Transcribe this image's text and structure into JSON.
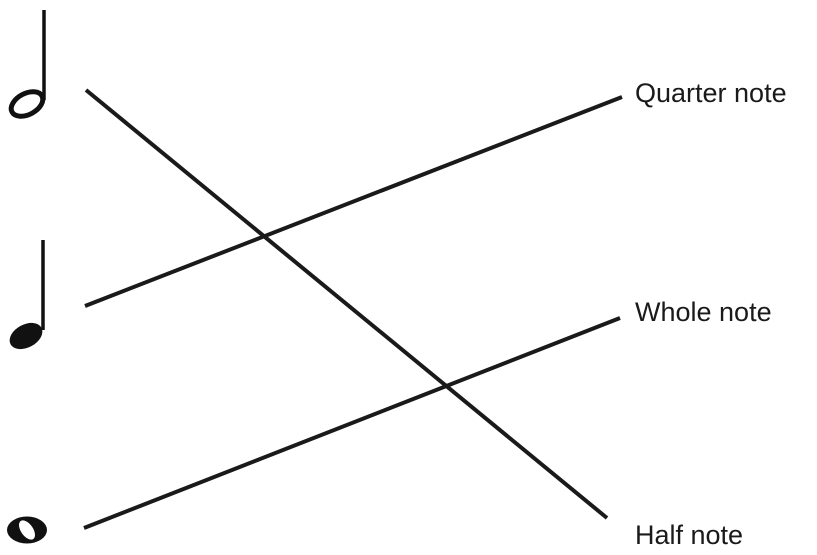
{
  "notes": [
    {
      "icon": "half-note-icon",
      "name": "half note"
    },
    {
      "icon": "quarter-note-icon",
      "name": "quarter note"
    },
    {
      "icon": "whole-note-icon",
      "name": "whole note"
    }
  ],
  "labels": [
    "Quarter note",
    "Whole note",
    "Half note"
  ],
  "connections": [
    {
      "from": "half-note-icon",
      "to": "Half note"
    },
    {
      "from": "quarter-note-icon",
      "to": "Quarter note"
    },
    {
      "from": "whole-note-icon",
      "to": "Whole note"
    }
  ],
  "colors": {
    "line": "#1a1a1a",
    "note": "#111111",
    "background": "#ffffff"
  }
}
